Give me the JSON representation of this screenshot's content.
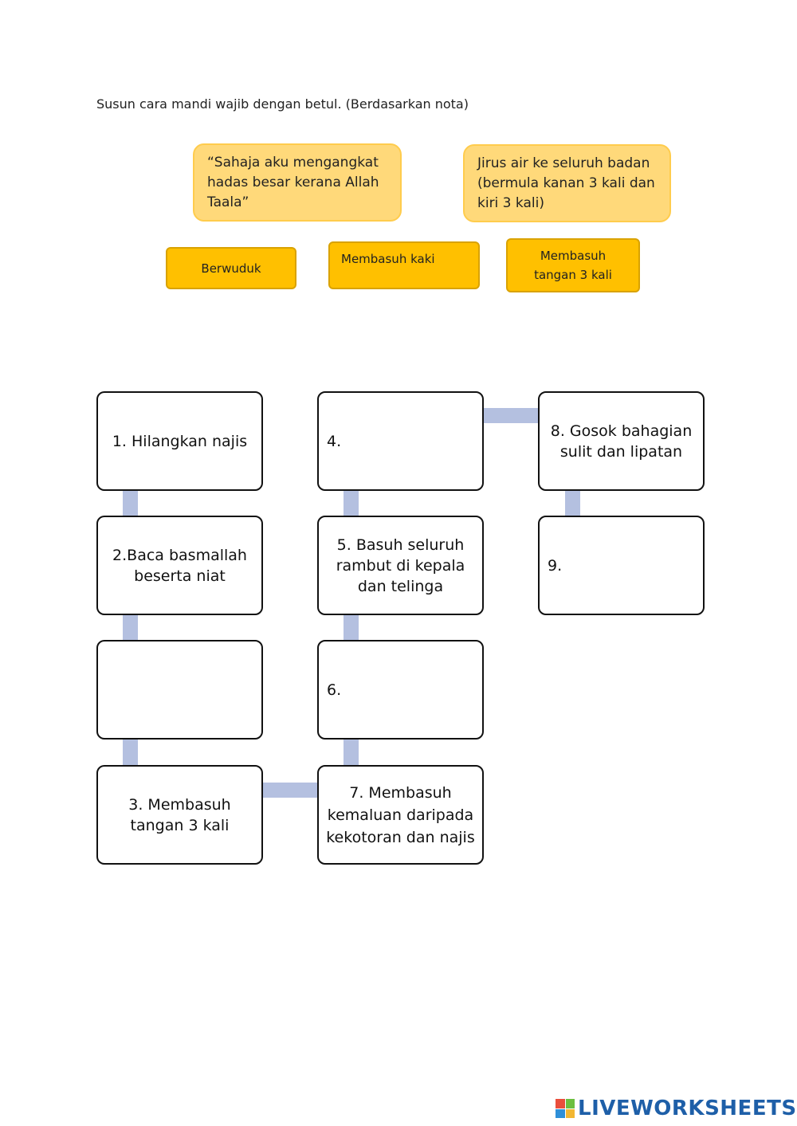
{
  "instruction": "Susun cara mandi wajib dengan betul. (Berdasarkan nota)",
  "options": {
    "niat": "“Sahaja aku mengangkat hadas besar kerana Allah Taala”",
    "jirus": "Jirus air ke seluruh badan (bermula kanan 3 kali dan kiri 3 kali)",
    "berwuduk": "Berwuduk",
    "basuh_kaki": "Membasuh kaki",
    "tangan_l1": "Membasuh",
    "tangan_l2": "tangan 3 kali"
  },
  "steps": {
    "s1": "1. Hilangkan najis",
    "s2": "2.Baca basmallah beserta niat",
    "s3": "3. Membasuh tangan 3 kali",
    "s4": "4.",
    "s5": "5. Basuh seluruh rambut di kepala dan telinga",
    "s6": "6.",
    "s7": "7. Membasuh kemaluan daripada kekotoran dan najis",
    "s8": "8. Gosok bahagian sulit dan lipatan",
    "s9": "9."
  },
  "colors": {
    "light_option": "#ffd97a",
    "gold_option": "#ffc000",
    "connector": "#b4c0e0",
    "brand": "#1e5fa8"
  },
  "brand": {
    "text": "LIVEWORKSHEETS",
    "icon": "liveworksheets-logo-icon"
  }
}
